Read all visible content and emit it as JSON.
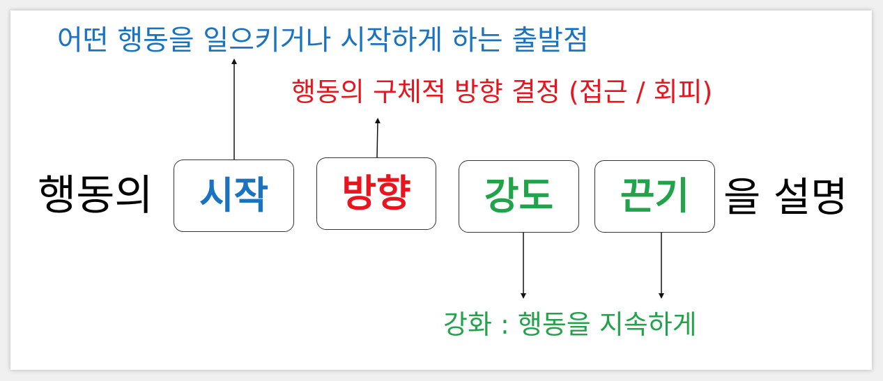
{
  "colors": {
    "start": "#1a73c1",
    "direction": "#e8141e",
    "intensity": "#22a24a",
    "persistence": "#22a24a",
    "main_text": "#000000",
    "arrow": "#111111"
  },
  "diagram": {
    "lead_text": "행동의",
    "tail_text": "을 설명",
    "boxes": {
      "start": "시작",
      "direction": "방향",
      "intensity": "강도",
      "persistence": "끈기"
    },
    "annotations": {
      "start": "어떤 행동을 일으키거나 시작하게 하는 출발점",
      "direction": "행동의 구체적 방향 결정 (접근 / 회피)",
      "reinforcement": "강화 : 행동을 지속하게"
    }
  }
}
